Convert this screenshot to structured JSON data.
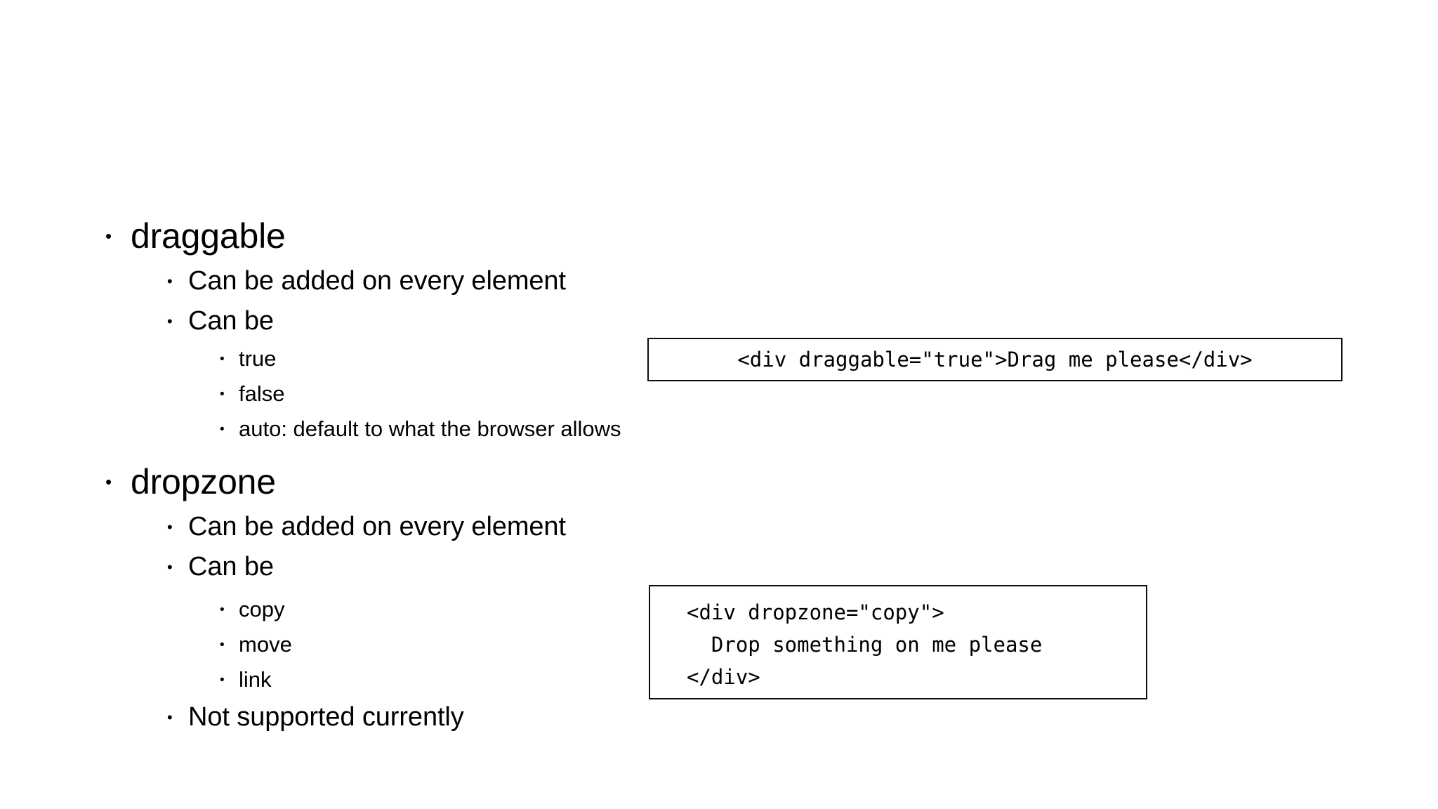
{
  "slide": {
    "background_color": "#ffffff",
    "text_color": "#000000",
    "border_color": "#0d0d0d"
  },
  "outline": {
    "items": [
      {
        "level": 1,
        "text": "draggable"
      },
      {
        "level": 2,
        "text": "Can be added on every element"
      },
      {
        "level": 2,
        "text": "Can be"
      },
      {
        "level": 3,
        "text": "true"
      },
      {
        "level": 3,
        "text": "false"
      },
      {
        "level": 3,
        "text": "auto: default to what the browser allows"
      },
      {
        "level": 1,
        "text": "dropzone"
      },
      {
        "level": 2,
        "text": "Can be added on every element"
      },
      {
        "level": 2,
        "text": "Can be"
      },
      {
        "level": 3,
        "text": "copy"
      },
      {
        "level": 3,
        "text": "move"
      },
      {
        "level": 3,
        "text": "link"
      },
      {
        "level": 2,
        "text": "Not supported currently"
      }
    ],
    "bullet_glyph": "•"
  },
  "code_boxes": [
    {
      "name": "draggable-example",
      "lines": [
        "<div draggable=\"true\">Drag me please</div>"
      ]
    },
    {
      "name": "dropzone-example",
      "lines": [
        "<div dropzone=\"copy\">",
        "  Drop something on me please",
        "</div>"
      ]
    }
  ]
}
